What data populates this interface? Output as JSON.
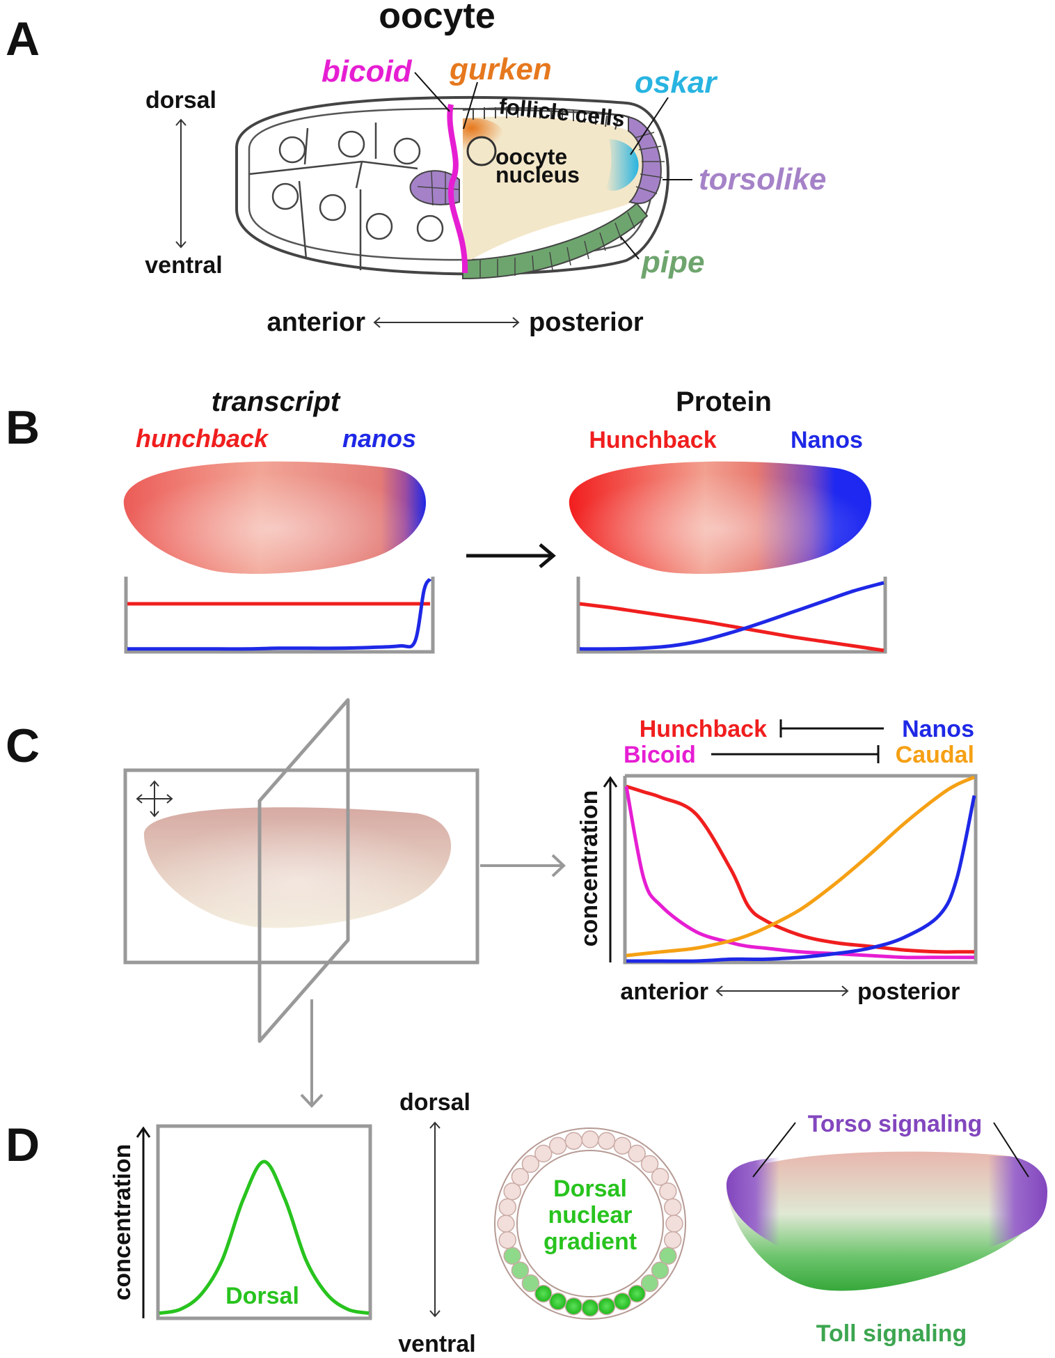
{
  "colors": {
    "bicoid": "#e61ed2",
    "gurken": "#e6781e",
    "oskar": "#28b4e1",
    "torsolike": "#a582c8",
    "pipe": "#6ea56e",
    "hunchback": "#f01e1e",
    "nanos": "#1e28e6",
    "caudal": "#f5a014",
    "dorsal": "#28c31e",
    "torso": "#8246be",
    "toll": "#3ca550",
    "axis_gray": "#999999"
  },
  "panel_a": {
    "letter": "A",
    "title": "oocyte",
    "bicoid": "bicoid",
    "gurken": "gurken",
    "oskar": "oskar",
    "torsolike": "torsolike",
    "pipe": "pipe",
    "follicle_cells": "follicle cells",
    "oocyte_nucleus_1": "oocyte",
    "oocyte_nucleus_2": "nucleus",
    "dorsal": "dorsal",
    "ventral": "ventral",
    "anterior": "anterior",
    "posterior": "posterior"
  },
  "panel_b": {
    "letter": "B",
    "transcript_title": "transcript",
    "transcript_hunchback": "hunchback",
    "transcript_nanos": "nanos",
    "protein_title": "Protein",
    "protein_hunchback": "Hunchback",
    "protein_nanos": "Nanos"
  },
  "panel_c": {
    "letter": "C",
    "hunchback": "Hunchback",
    "nanos": "Nanos",
    "bicoid": "Bicoid",
    "caudal": "Caudal",
    "ylabel": "concentration",
    "anterior": "anterior",
    "posterior": "posterior"
  },
  "panel_d": {
    "letter": "D",
    "ylabel": "concentration",
    "dorsal_curve_label": "Dorsal",
    "dorsal": "dorsal",
    "ventral": "ventral",
    "gradient_1": "Dorsal",
    "gradient_2": "nuclear",
    "gradient_3": "gradient",
    "torso": "Torso signaling",
    "toll": "Toll signaling"
  },
  "chart_data": [
    {
      "type": "line",
      "x": [
        0,
        0.1,
        0.2,
        0.3,
        0.4,
        0.5,
        0.6,
        0.7,
        0.8,
        0.9,
        0.95,
        0.98,
        1.0
      ],
      "series": [
        {
          "name": "hunchback",
          "values": [
            0.62,
            0.62,
            0.62,
            0.62,
            0.62,
            0.62,
            0.62,
            0.62,
            0.62,
            0.62,
            0.62,
            0.62,
            0.62
          ]
        },
        {
          "name": "nanos",
          "values": [
            0.02,
            0.02,
            0.02,
            0.02,
            0.02,
            0.03,
            0.03,
            0.03,
            0.04,
            0.06,
            0.12,
            0.8,
            0.95
          ]
        }
      ]
    },
    {
      "type": "line",
      "x": [
        0,
        0.1,
        0.2,
        0.3,
        0.4,
        0.5,
        0.6,
        0.7,
        0.8,
        0.9,
        1.0
      ],
      "series": [
        {
          "name": "Hunchback",
          "values": [
            0.62,
            0.57,
            0.51,
            0.45,
            0.39,
            0.32,
            0.25,
            0.18,
            0.12,
            0.06,
            0.0
          ]
        },
        {
          "name": "Nanos",
          "values": [
            0.02,
            0.02,
            0.03,
            0.06,
            0.13,
            0.24,
            0.37,
            0.51,
            0.65,
            0.79,
            0.9
          ]
        }
      ]
    },
    {
      "type": "line",
      "ylabel": "concentration",
      "x": [
        0,
        0.05,
        0.1,
        0.2,
        0.3,
        0.35,
        0.4,
        0.5,
        0.6,
        0.7,
        0.8,
        0.9,
        0.95,
        1.0
      ],
      "series": [
        {
          "name": "Hunchback",
          "values": [
            0.95,
            0.92,
            0.89,
            0.8,
            0.5,
            0.3,
            0.22,
            0.14,
            0.1,
            0.08,
            0.06,
            0.05,
            0.05,
            0.05
          ]
        },
        {
          "name": "Bicoid",
          "values": [
            0.95,
            0.45,
            0.3,
            0.16,
            0.1,
            0.08,
            0.07,
            0.05,
            0.04,
            0.03,
            0.02,
            0.02,
            0.02,
            0.02
          ]
        },
        {
          "name": "Caudal",
          "values": [
            0.03,
            0.04,
            0.05,
            0.07,
            0.11,
            0.14,
            0.18,
            0.28,
            0.42,
            0.58,
            0.75,
            0.9,
            0.96,
            1.0
          ]
        },
        {
          "name": "Nanos",
          "values": [
            0.0,
            0.0,
            0.0,
            0.0,
            0.01,
            0.01,
            0.01,
            0.02,
            0.04,
            0.07,
            0.13,
            0.25,
            0.45,
            0.9
          ]
        }
      ]
    },
    {
      "type": "line",
      "ylabel": "concentration",
      "x": [
        0,
        0.1,
        0.2,
        0.3,
        0.4,
        0.5,
        0.6,
        0.7,
        0.8,
        0.9,
        1.0
      ],
      "series": [
        {
          "name": "Dorsal",
          "values": [
            0.02,
            0.04,
            0.12,
            0.3,
            0.62,
            0.82,
            0.62,
            0.3,
            0.12,
            0.04,
            0.02
          ]
        }
      ]
    }
  ]
}
